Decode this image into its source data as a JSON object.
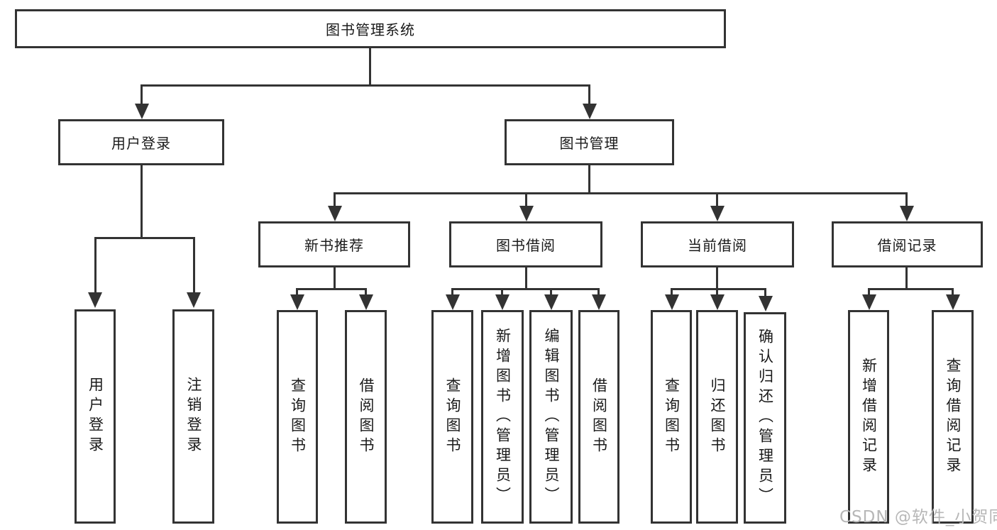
{
  "diagram": {
    "title": "图书管理系统",
    "level2": [
      {
        "label": "用户登录"
      },
      {
        "label": "图书管理"
      }
    ],
    "level3": [
      {
        "label": "新书推荐"
      },
      {
        "label": "图书借阅"
      },
      {
        "label": "当前借阅"
      },
      {
        "label": "借阅记录"
      }
    ],
    "leaves": {
      "user_login": [
        {
          "label": "用户登录"
        },
        {
          "label": "注销登录"
        }
      ],
      "new_book_rec": [
        {
          "label": "查询图书"
        },
        {
          "label": "借阅图书"
        }
      ],
      "book_borrowing": [
        {
          "label": "查询图书"
        },
        {
          "label": "新增图书（管理员）"
        },
        {
          "label": "编辑图书（管理员）"
        },
        {
          "label": "借阅图书"
        }
      ],
      "current_borrowing": [
        {
          "label": "查询图书"
        },
        {
          "label": "归还图书"
        },
        {
          "label": "确认归还（管理员）"
        }
      ],
      "borrowing_records": [
        {
          "label": "新增借阅记录"
        },
        {
          "label": "查询借阅记录"
        }
      ]
    },
    "watermark": "CSDN @软件_小贺同学",
    "colors": {
      "line": "#333333",
      "text": "#1a1a1a",
      "watermark": "#b7b7b7",
      "background": "#ffffff"
    }
  }
}
